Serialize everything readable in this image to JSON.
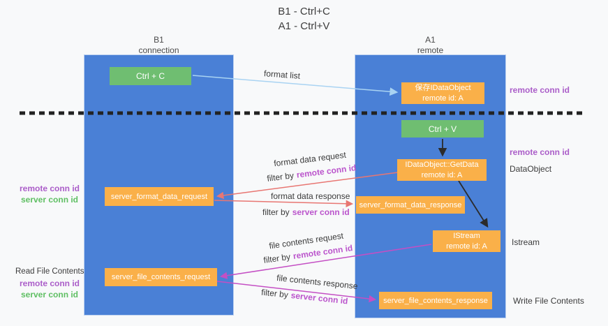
{
  "title": {
    "line1": "B1 - Ctrl+C",
    "line2": "A1 - Ctrl+V"
  },
  "lanes": {
    "left": {
      "header_line1": "B1",
      "header_line2": "connection"
    },
    "right": {
      "header_line1": "A1",
      "header_line2": "remote"
    }
  },
  "nodes": {
    "ctrl_c": {
      "label": "Ctrl + C"
    },
    "ctrl_v": {
      "label": "Ctrl + V"
    },
    "save_idataobject": {
      "line1": "保存IDataObject",
      "line2": "remote id: A"
    },
    "idataobject_getdata": {
      "line1": "IDataObject::GetData",
      "line2": "remote id: A"
    },
    "server_format_data_request": {
      "label": "server_format_data_request"
    },
    "server_format_data_response": {
      "label": "server_format_data_response"
    },
    "istream": {
      "line1": "IStream",
      "line2": "remote id: A"
    },
    "server_file_contents_request": {
      "label": "server_file_contents_request"
    },
    "server_file_contents_response": {
      "label": "server_file_contents_response"
    }
  },
  "side_labels": {
    "right_top_remote_conn_id": "remote conn id",
    "right_mid_remote_conn_id": "remote conn id",
    "dataobject": "DataObject",
    "istream": "Istream",
    "write_file_contents": "Write File Contents",
    "left_group1_remote": "remote conn id",
    "left_group1_server": "server conn id",
    "read_file_contents": "Read File Contents",
    "left_group2_remote": "remote conn id",
    "left_group2_server": "server conn id"
  },
  "annotations": {
    "format_list": "format list",
    "format_data_request": {
      "line": "format data request",
      "filter_prefix": "filter by",
      "filter_value": "remote conn id"
    },
    "format_data_response": {
      "line": "format data response",
      "filter_prefix": "filter by",
      "filter_value": "server conn id"
    },
    "file_contents_request": {
      "line": "file contents request",
      "filter_prefix": "filter by",
      "filter_value": "remote conn id"
    },
    "file_contents_response": {
      "line": "file contents response",
      "filter_prefix": "filter by",
      "filter_value": "server conn id"
    }
  },
  "colors": {
    "lane_blue": "#4a80d6",
    "node_green": "#6fbe71",
    "node_orange": "#fab049",
    "arrow_light_blue": "#a9d3f2",
    "arrow_red": "#e87672",
    "arrow_magenta": "#c44fc4",
    "arrow_black": "#2b2b2b",
    "text_purple": "#ab5ec9",
    "text_green": "#5fbf63",
    "text_magenta": "#bb55cc"
  }
}
